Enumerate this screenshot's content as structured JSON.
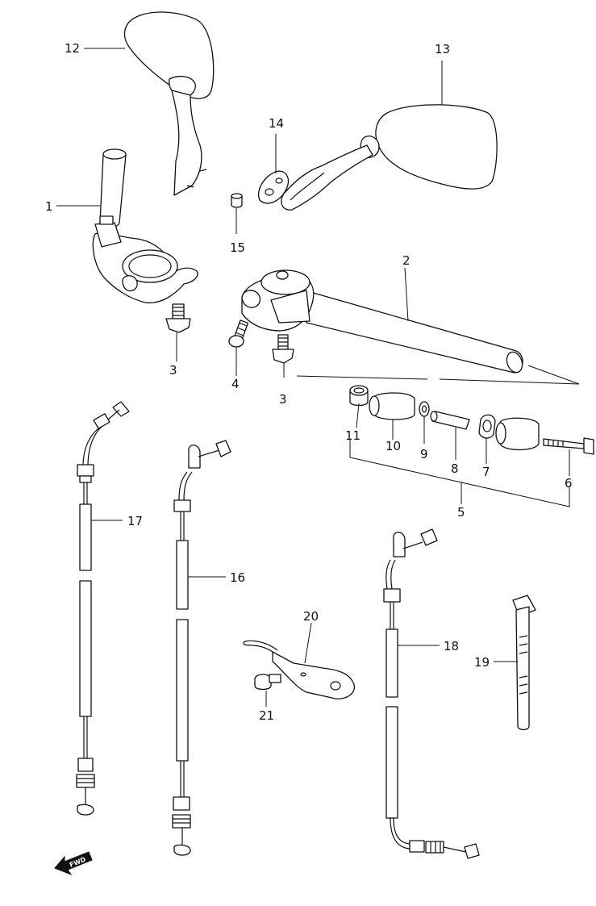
{
  "callouts": [
    {
      "id": "1",
      "label": "1"
    },
    {
      "id": "2",
      "label": "2"
    },
    {
      "id": "3a",
      "label": "3"
    },
    {
      "id": "3b",
      "label": "3"
    },
    {
      "id": "4",
      "label": "4"
    },
    {
      "id": "5",
      "label": "5"
    },
    {
      "id": "6",
      "label": "6"
    },
    {
      "id": "7",
      "label": "7"
    },
    {
      "id": "8",
      "label": "8"
    },
    {
      "id": "9",
      "label": "9"
    },
    {
      "id": "10",
      "label": "10"
    },
    {
      "id": "11",
      "label": "11"
    },
    {
      "id": "12",
      "label": "12"
    },
    {
      "id": "13",
      "label": "13"
    },
    {
      "id": "14",
      "label": "14"
    },
    {
      "id": "15",
      "label": "15"
    },
    {
      "id": "16",
      "label": "16"
    },
    {
      "id": "17",
      "label": "17"
    },
    {
      "id": "18",
      "label": "18"
    },
    {
      "id": "19",
      "label": "19"
    },
    {
      "id": "20",
      "label": "20"
    },
    {
      "id": "21",
      "label": "21"
    }
  ],
  "direction_marker": {
    "label": "FWD",
    "icon": "forward-arrow-icon"
  }
}
